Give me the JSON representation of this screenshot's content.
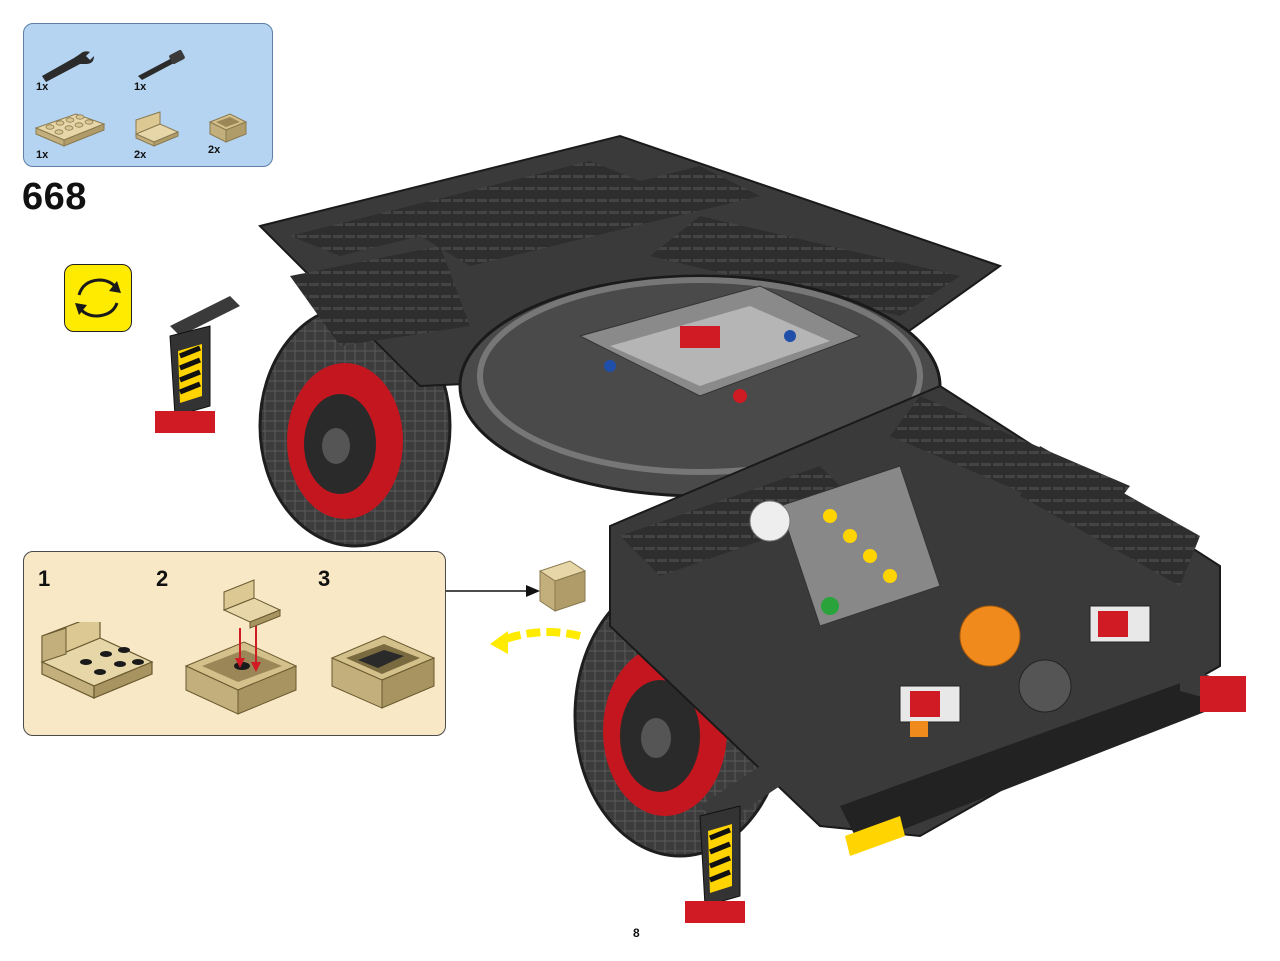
{
  "parts_list": {
    "items": [
      {
        "name": "wrench-tool",
        "qty": "1x"
      },
      {
        "name": "hammer-tool",
        "qty": "1x"
      },
      {
        "name": "tan-plate-2x4",
        "qty": "1x"
      },
      {
        "name": "tan-bracket",
        "qty": "2x"
      },
      {
        "name": "tan-container-small",
        "qty": "2x"
      }
    ]
  },
  "step": {
    "number": "668"
  },
  "rotate_icon": {
    "name": "rotate-model-icon",
    "color": "#ffeb00"
  },
  "sub_assembly": {
    "steps": [
      {
        "label": "1"
      },
      {
        "label": "2"
      },
      {
        "label": "3"
      }
    ]
  },
  "colors": {
    "parts_bg": "#b4d4f1",
    "sub_bg": "#f8e8c6",
    "tan": "#d9c693",
    "body": "#3a3a3a",
    "wheel_rim": "#d01a24"
  },
  "page": {
    "number": "8"
  }
}
